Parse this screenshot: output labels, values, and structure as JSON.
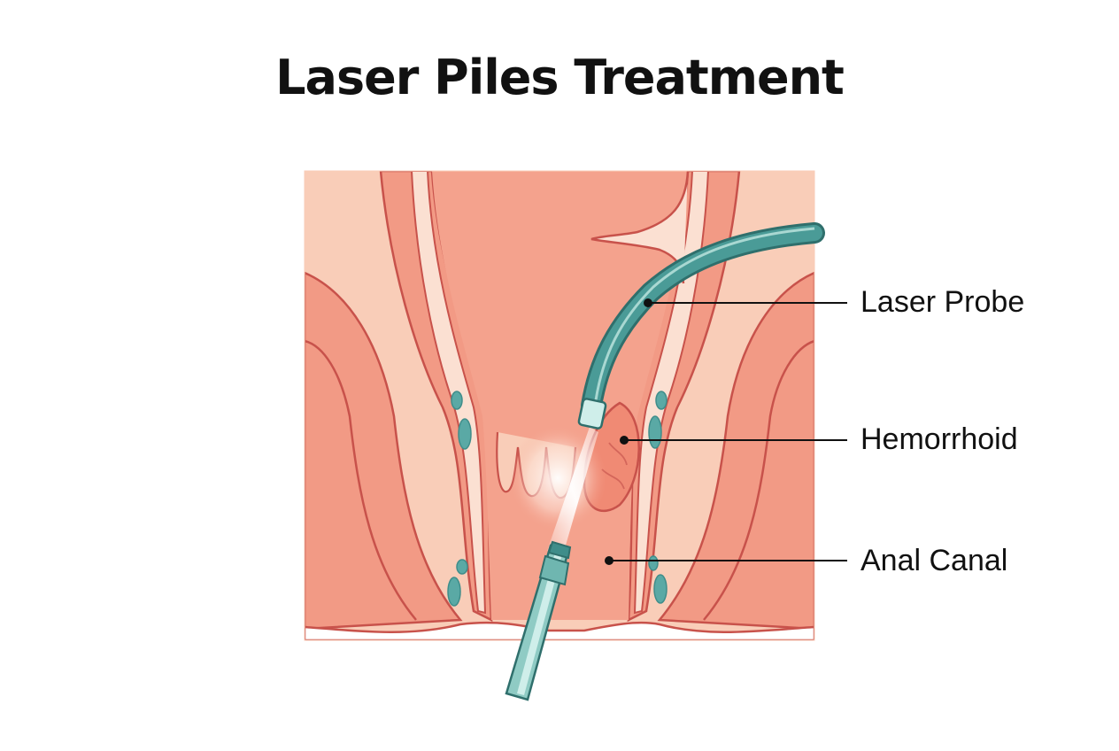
{
  "title": "Laser Piles Treatment",
  "labels": {
    "laser_probe": "Laser Probe",
    "hemorrhoid": "Hemorrhoid",
    "anal_canal": "Anal Canal"
  },
  "colors": {
    "background": "#ffffff",
    "skin_light": "#f9cdb8",
    "tissue": "#f29a85",
    "tissue_center": "#f4a28d",
    "outline": "#c8524b",
    "probe_teal": "#3f8d8a",
    "probe_light": "#a9d8d2",
    "vessel": "#5aa9a5",
    "leader_line": "#111111"
  }
}
